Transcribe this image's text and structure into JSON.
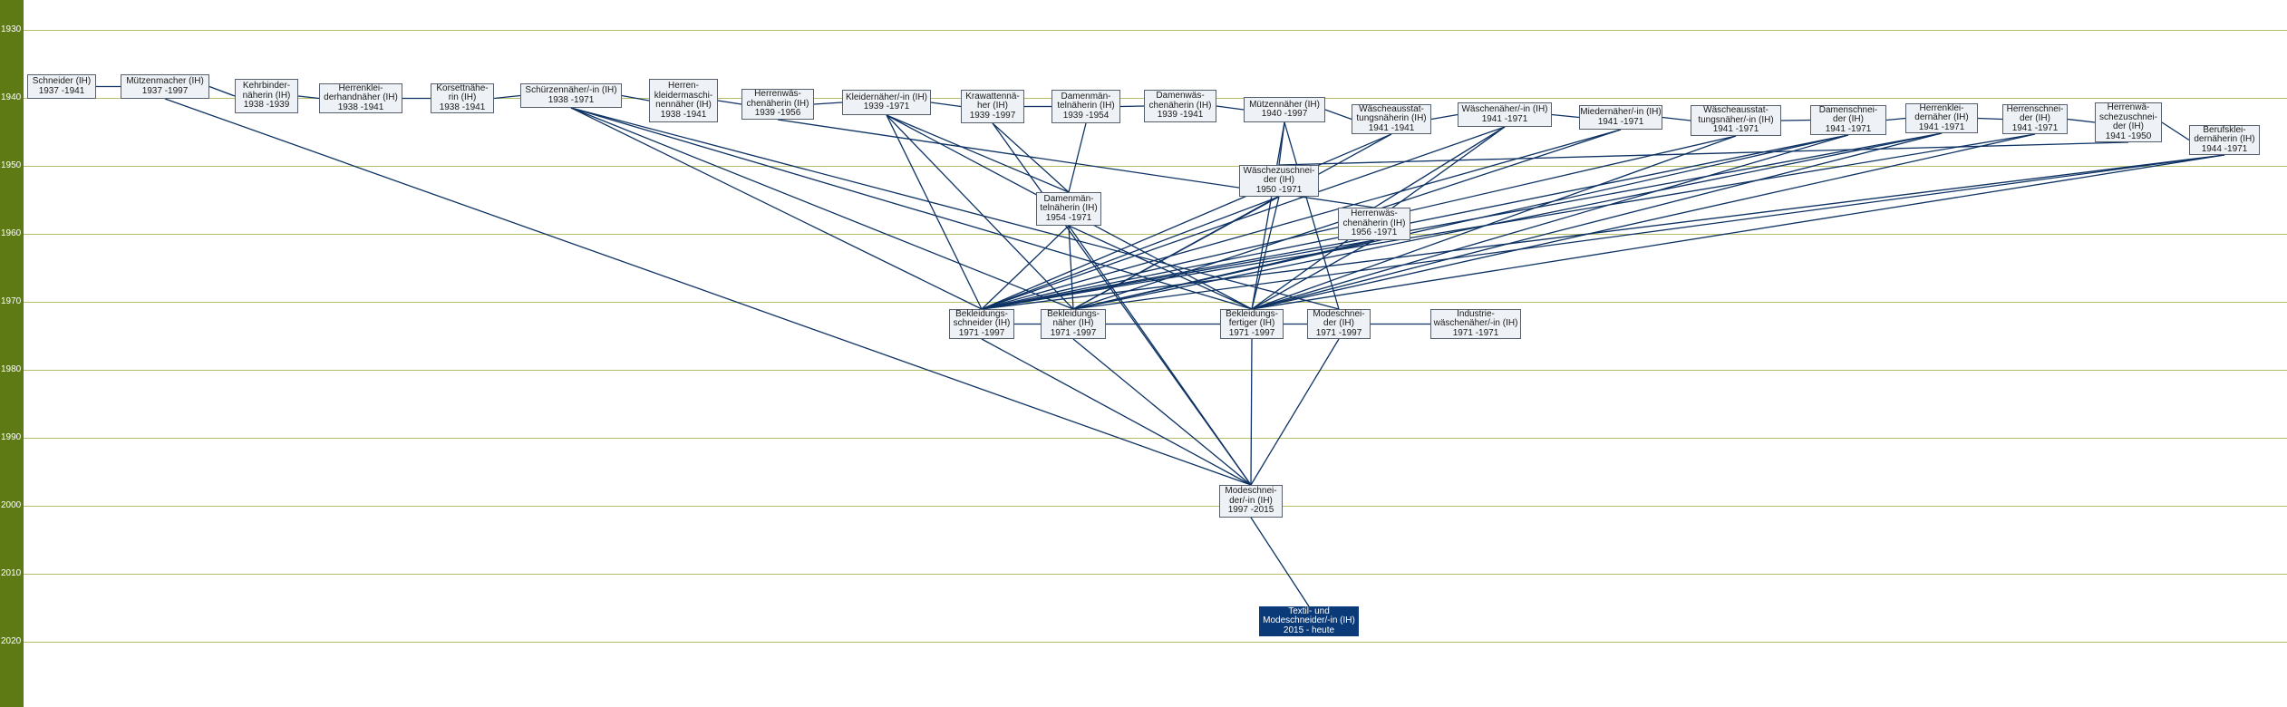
{
  "years": [
    "1930",
    "1940",
    "1950",
    "1960",
    "1970",
    "1980",
    "1990",
    "2000",
    "2010",
    "2020"
  ],
  "colors": {
    "timeline": "#5d7a14",
    "grid": "#b6bd67",
    "node_fill": "#eef1f5",
    "node_border": "#55606c",
    "edge": "#0d3263",
    "current": "#0a3a78"
  },
  "nodes": [
    {
      "id": "n1",
      "lines": [
        "Schneider (IH)",
        "1937 -1941"
      ]
    },
    {
      "id": "n2",
      "lines": [
        "Mützenmacher (IH)",
        "1937 -1997"
      ]
    },
    {
      "id": "n3",
      "lines": [
        "Kehrbinder-",
        "näherin (IH)",
        "1938 -1939"
      ]
    },
    {
      "id": "n4",
      "lines": [
        "Herrenklei-",
        "derhandnäher (IH)",
        "1938 -1941"
      ]
    },
    {
      "id": "n5",
      "lines": [
        "Korsettnähe-",
        "rin (IH)",
        "1938 -1941"
      ]
    },
    {
      "id": "n6",
      "lines": [
        "Schürzennäher/-in (IH)",
        "1938 -1971"
      ]
    },
    {
      "id": "n7",
      "lines": [
        "Herren-",
        "kleidermaschi-",
        "nennäher (IH)",
        "1938 -1941"
      ]
    },
    {
      "id": "n8",
      "lines": [
        "Herrenwäs-",
        "chenäherin (IH)",
        "1939 -1956"
      ]
    },
    {
      "id": "n9",
      "lines": [
        "Kleidernäher/-in (IH)",
        "1939 -1971"
      ]
    },
    {
      "id": "n10",
      "lines": [
        "Krawattennä-",
        "her (IH)",
        "1939 -1997"
      ]
    },
    {
      "id": "n11",
      "lines": [
        "Damenmän-",
        "telnäherin (IH)",
        "1939 -1954"
      ]
    },
    {
      "id": "n12",
      "lines": [
        "Damenwäs-",
        "chenäherin (IH)",
        "1939 -1941"
      ]
    },
    {
      "id": "n13",
      "lines": [
        "Mützennäher (IH)",
        "1940 -1997"
      ]
    },
    {
      "id": "n14",
      "lines": [
        "Wäscheausstat-",
        "tungsnäherin (IH)",
        "1941 -1941"
      ]
    },
    {
      "id": "n15",
      "lines": [
        "Wäschenäher/-in (IH)",
        "1941 -1971"
      ]
    },
    {
      "id": "n16",
      "lines": [
        "Miedernäher/-in (IH)",
        "1941 -1971"
      ]
    },
    {
      "id": "n17",
      "lines": [
        "Wäscheausstat-",
        "tungsnäher/-in (IH)",
        "1941 -1971"
      ]
    },
    {
      "id": "n18",
      "lines": [
        "Damenschnei-",
        "der (IH)",
        "1941 -1971"
      ]
    },
    {
      "id": "n19",
      "lines": [
        "Herrenklei-",
        "dernäher (IH)",
        "1941 -1971"
      ]
    },
    {
      "id": "n20",
      "lines": [
        "Herrenschnei-",
        "der (IH)",
        "1941 -1971"
      ]
    },
    {
      "id": "n21",
      "lines": [
        "Herrenwä-",
        "schezuschnei-",
        "der (IH)",
        "1941 -1950"
      ]
    },
    {
      "id": "n22",
      "lines": [
        "Berufsklei-",
        "dernäherin (IH)",
        "1944 -1971"
      ]
    },
    {
      "id": "n23",
      "lines": [
        "Wäschezuschnei-",
        "der (IH)",
        "1950 -1971"
      ]
    },
    {
      "id": "n24",
      "lines": [
        "Damenmän-",
        "telnäherin (IH)",
        "1954 -1971"
      ]
    },
    {
      "id": "n25",
      "lines": [
        "Herrenwäs-",
        "chenäherin (IH)",
        "1956 -1971"
      ]
    },
    {
      "id": "n26",
      "lines": [
        "Bekleidungs-",
        "schneider (IH)",
        "1971 -1997"
      ]
    },
    {
      "id": "n27",
      "lines": [
        "Bekleidungs-",
        "näher (IH)",
        "1971 -1997"
      ]
    },
    {
      "id": "n28",
      "lines": [
        "Bekleidungs-",
        "fertiger (IH)",
        "1971 -1997"
      ]
    },
    {
      "id": "n29",
      "lines": [
        "Modeschnei-",
        "der (IH)",
        "1971 -1997"
      ]
    },
    {
      "id": "n30",
      "lines": [
        "Industrie-",
        "wäschenäher/-in (IH)",
        "1971 -1971"
      ]
    },
    {
      "id": "n31",
      "lines": [
        "Modeschnei-",
        "der/-in (IH)",
        "1997 -2015"
      ]
    },
    {
      "id": "n32",
      "lines": [
        "Textil- und",
        "Modeschneider/-in (IH)",
        "2015 - heute"
      ],
      "current": true
    }
  ],
  "edges": [
    [
      "n1",
      "n2"
    ],
    [
      "n2",
      "n3"
    ],
    [
      "n3",
      "n4"
    ],
    [
      "n4",
      "n5"
    ],
    [
      "n5",
      "n6"
    ],
    [
      "n6",
      "n7"
    ],
    [
      "n7",
      "n8"
    ],
    [
      "n8",
      "n9"
    ],
    [
      "n9",
      "n10"
    ],
    [
      "n10",
      "n11"
    ],
    [
      "n11",
      "n12"
    ],
    [
      "n12",
      "n13"
    ],
    [
      "n13",
      "n14"
    ],
    [
      "n14",
      "n15"
    ],
    [
      "n15",
      "n16"
    ],
    [
      "n16",
      "n17"
    ],
    [
      "n17",
      "n18"
    ],
    [
      "n18",
      "n19"
    ],
    [
      "n19",
      "n20"
    ],
    [
      "n20",
      "n21"
    ],
    [
      "n21",
      "n22"
    ],
    [
      "n2",
      "n31"
    ],
    [
      "n6",
      "n26"
    ],
    [
      "n6",
      "n27"
    ],
    [
      "n6",
      "n28"
    ],
    [
      "n6",
      "n29"
    ],
    [
      "n8",
      "n25"
    ],
    [
      "n9",
      "n24"
    ],
    [
      "n9",
      "n26"
    ],
    [
      "n9",
      "n27"
    ],
    [
      "n9",
      "n28"
    ],
    [
      "n10",
      "n24"
    ],
    [
      "n11",
      "n24"
    ],
    [
      "n13",
      "n23"
    ],
    [
      "n13",
      "n28"
    ],
    [
      "n13",
      "n29"
    ],
    [
      "n14",
      "n26"
    ],
    [
      "n14",
      "n27"
    ],
    [
      "n15",
      "n25"
    ],
    [
      "n15",
      "n26"
    ],
    [
      "n15",
      "n28"
    ],
    [
      "n16",
      "n26"
    ],
    [
      "n16",
      "n27"
    ],
    [
      "n17",
      "n26"
    ],
    [
      "n17",
      "n28"
    ],
    [
      "n18",
      "n26"
    ],
    [
      "n18",
      "n27"
    ],
    [
      "n18",
      "n28"
    ],
    [
      "n19",
      "n26"
    ],
    [
      "n19",
      "n27"
    ],
    [
      "n19",
      "n28"
    ],
    [
      "n20",
      "n26"
    ],
    [
      "n20",
      "n28"
    ],
    [
      "n22",
      "n26"
    ],
    [
      "n22",
      "n27"
    ],
    [
      "n22",
      "n28"
    ],
    [
      "n21",
      "n23"
    ],
    [
      "n23",
      "n26"
    ],
    [
      "n23",
      "n27"
    ],
    [
      "n23",
      "n28"
    ],
    [
      "n24",
      "n26"
    ],
    [
      "n24",
      "n27"
    ],
    [
      "n24",
      "n28"
    ],
    [
      "n24",
      "n31"
    ],
    [
      "n25",
      "n26"
    ],
    [
      "n25",
      "n27"
    ],
    [
      "n25",
      "n28"
    ],
    [
      "n26",
      "n27"
    ],
    [
      "n27",
      "n28"
    ],
    [
      "n28",
      "n29"
    ],
    [
      "n29",
      "n30"
    ],
    [
      "n26",
      "n31"
    ],
    [
      "n27",
      "n31"
    ],
    [
      "n28",
      "n31"
    ],
    [
      "n29",
      "n31"
    ],
    [
      "n10",
      "n31"
    ],
    [
      "n31",
      "n32"
    ]
  ]
}
